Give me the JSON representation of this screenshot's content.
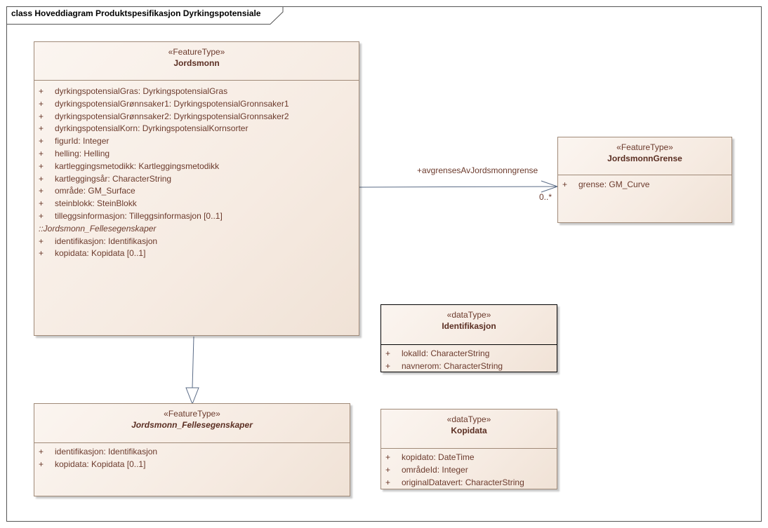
{
  "frame": {
    "title": "class Hoveddiagram Produktspesifikasjon Dyrkingspotensiale"
  },
  "classes": {
    "jordsmonn": {
      "stereotype": "«FeatureType»",
      "name": "Jordsmonn",
      "attributes": [
        {
          "vis": "+",
          "text": "dyrkingspotensialGras: DyrkingspotensialGras"
        },
        {
          "vis": "+",
          "text": "dyrkingspotensialGrønnsaker1: DyrkingspotensialGronnsaker1"
        },
        {
          "vis": "+",
          "text": "dyrkingspotensialGrønnsaker2: DyrkingspotensialGronnsaker2"
        },
        {
          "vis": "+",
          "text": "dyrkingspotensialKorn: DyrkingspotensialKornsorter"
        },
        {
          "vis": "+",
          "text": "figurId: Integer"
        },
        {
          "vis": "+",
          "text": "helling: Helling"
        },
        {
          "vis": "+",
          "text": "kartleggingsmetodikk: Kartleggingsmetodikk"
        },
        {
          "vis": "+",
          "text": "kartleggingsår: CharacterString"
        },
        {
          "vis": "+",
          "text": "område: GM_Surface"
        },
        {
          "vis": "+",
          "text": "steinblokk: SteinBlokk"
        },
        {
          "vis": "+",
          "text": "tilleggsinformasjon: Tilleggsinformasjon [0..1]"
        }
      ],
      "inherited_from": "::Jordsmonn_Fellesegenskaper",
      "inherited_attributes": [
        {
          "vis": "+",
          "text": "identifikasjon: Identifikasjon"
        },
        {
          "vis": "+",
          "text": "kopidata: Kopidata [0..1]"
        }
      ]
    },
    "jordsmonngrense": {
      "stereotype": "«FeatureType»",
      "name": "JordsmonnGrense",
      "attributes": [
        {
          "vis": "+",
          "text": "grense: GM_Curve"
        }
      ]
    },
    "identifikasjon": {
      "stereotype": "«dataType»",
      "name": "Identifikasjon",
      "attributes": [
        {
          "vis": "+",
          "text": "lokalId: CharacterString"
        },
        {
          "vis": "+",
          "text": "navnerom: CharacterString"
        }
      ]
    },
    "fellesegenskaper": {
      "stereotype": "«FeatureType»",
      "name": "Jordsmonn_Fellesegenskaper",
      "attributes": [
        {
          "vis": "+",
          "text": "identifikasjon: Identifikasjon"
        },
        {
          "vis": "+",
          "text": "kopidata: Kopidata [0..1]"
        }
      ]
    },
    "kopidata": {
      "stereotype": "«dataType»",
      "name": "Kopidata",
      "attributes": [
        {
          "vis": "+",
          "text": "kopidato: DateTime"
        },
        {
          "vis": "+",
          "text": "områdeId: Integer"
        },
        {
          "vis": "+",
          "text": "originalDatavert: CharacterString"
        }
      ]
    }
  },
  "association": {
    "role": "+avgrensesAvJordsmonngrense",
    "multiplicity": "0..*"
  }
}
